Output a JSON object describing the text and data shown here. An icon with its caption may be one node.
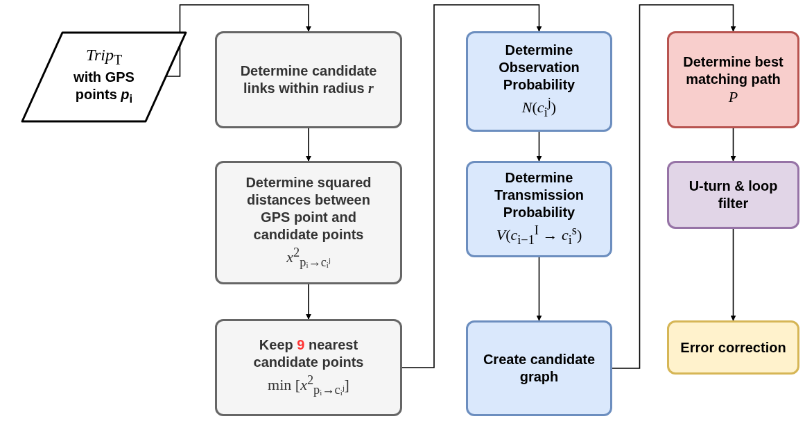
{
  "diagram": {
    "nodes": [
      {
        "text": [
          "*Trip*$_{T}$",
          "with GPS points *p*$_{i}$"
        ]
      },
      {
        "text": [
          "Determine candidate links within radius *r*"
        ]
      },
      {
        "text": [
          "Determine squared distances between GPS point and candidate points",
          "*x*$^{2}$$_{pᵢ→cᵢʲ}$"
        ]
      },
      {
        "text": [
          "Keep 9 nearest candidate points",
          "min [*x*$^{2}$$_{pᵢ→cᵢʲ}$]"
        ]
      },
      {
        "text": [
          "Determine Observation Probability",
          "*N*(*c*$_{i}$$^{j}$)"
        ]
      },
      {
        "text": [
          "Determine Transmission Probability",
          "*V*(*c*$_{i−1}$$^{I}$ → *c*$_{i}$$^{s}$)"
        ]
      },
      {
        "text": [
          "Create candidate graph"
        ]
      },
      {
        "text": [
          "Determine best matching path",
          "*P*"
        ]
      },
      {
        "text": [
          "U-turn & loop filter"
        ]
      },
      {
        "text": [
          "Error correction"
        ]
      }
    ],
    "edges": [
      {
        "from": 0,
        "to": 1,
        "arrow": "to"
      },
      {
        "from": 1,
        "to": 2,
        "arrow": "to"
      },
      {
        "from": 2,
        "to": 3,
        "arrow": "to"
      },
      {
        "from": 3,
        "to": 4,
        "arrow": "to"
      },
      {
        "from": 4,
        "to": 5,
        "arrow": "to"
      },
      {
        "from": 5,
        "to": 6,
        "arrow": "to"
      },
      {
        "from": 6,
        "to": 7,
        "arrow": "to"
      },
      {
        "from": 7,
        "to": 8,
        "arrow": "to"
      },
      {
        "from": 8,
        "to": 9,
        "arrow": "to"
      }
    ]
  }
}
